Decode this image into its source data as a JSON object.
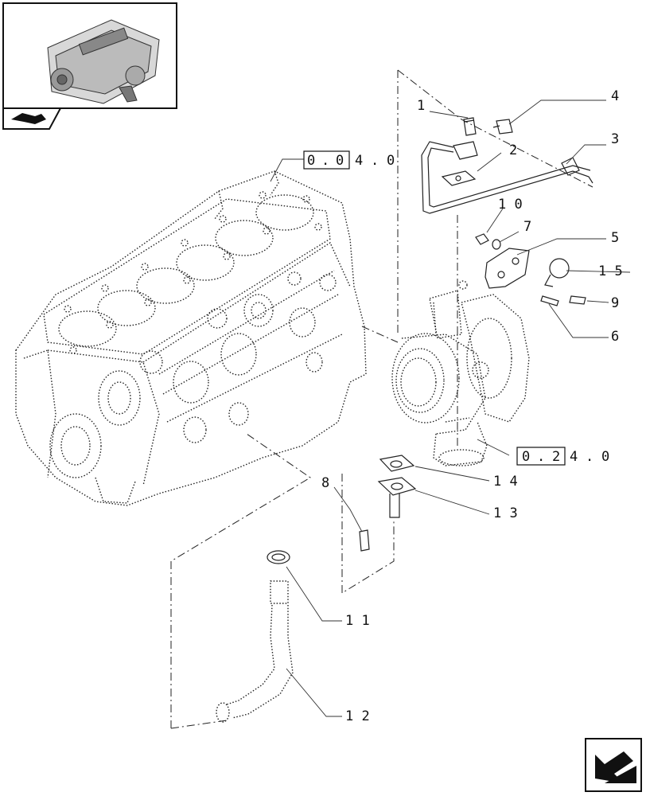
{
  "references": {
    "engine_block": [
      "0",
      ".",
      "0",
      "4",
      ".",
      "0"
    ],
    "turbocharger": [
      "0",
      ".",
      "2",
      "4",
      ".",
      "0"
    ]
  },
  "callouts": {
    "c1": "1",
    "c2": "2",
    "c3": "3",
    "c4": "4",
    "c5": "5",
    "c6": "6",
    "c7": "7",
    "c8": "8",
    "c9": "9",
    "c10": "1 0",
    "c11": "1 1",
    "c12": "1 2",
    "c13": "1 3",
    "c14": "1 4",
    "c15": "1 5"
  },
  "icons": {
    "thumbnail": "engine-thumbnail-icon",
    "nav_back": "arrow-back-icon",
    "nav_next": "arrow-next-icon"
  }
}
